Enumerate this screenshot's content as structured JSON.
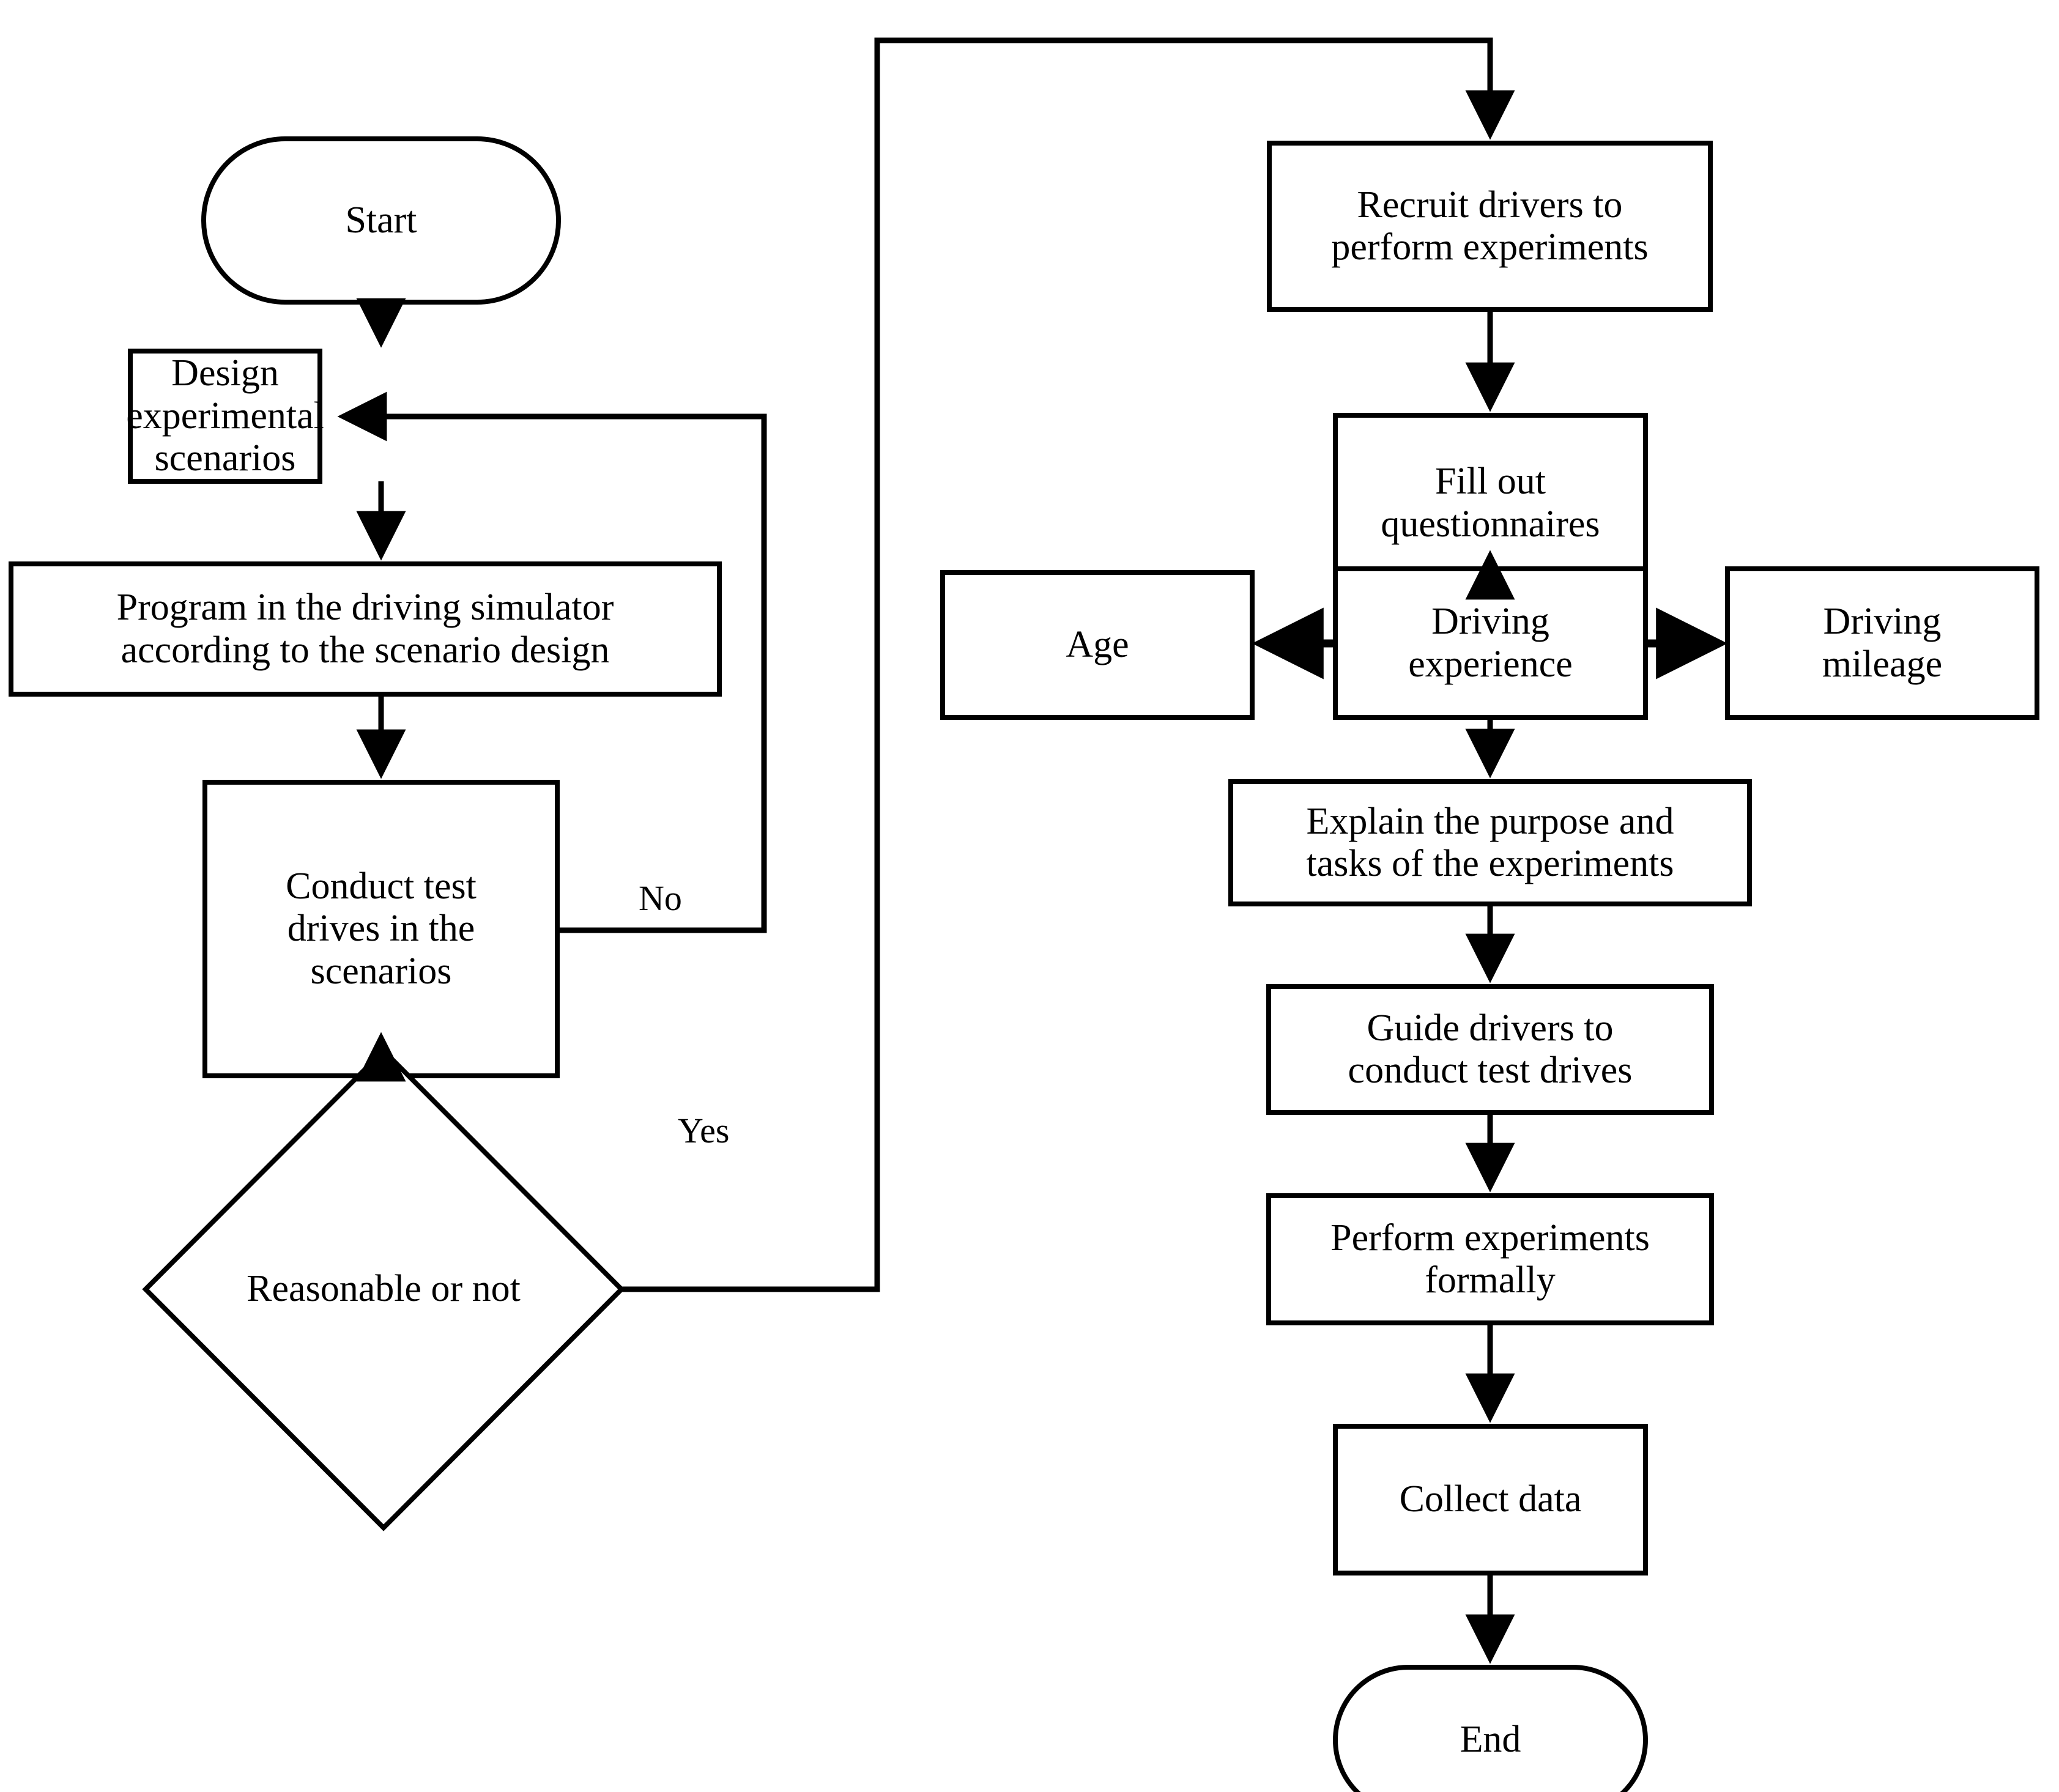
{
  "diagram": {
    "title": "Driving simulator experiment procedure flowchart",
    "type": "flowchart",
    "stroke_color": "#000000",
    "fill_color": "#ffffff",
    "background": "#ffffff"
  },
  "nodes": {
    "start": {
      "label": "Start",
      "shape": "stadium"
    },
    "design_scenarios": {
      "label": "Design experimental\nscenarios",
      "shape": "rectangle"
    },
    "program_simulator": {
      "label": "Program in the driving simulator\naccording to the scenario design",
      "shape": "rectangle"
    },
    "conduct_test_drives": {
      "label": "Conduct test\ndrives in the\nscenarios",
      "shape": "rectangle"
    },
    "reasonable_decision": {
      "label": "Reasonable or not",
      "shape": "diamond"
    },
    "recruit_drivers": {
      "label": "Recruit drivers to\nperform experiments",
      "shape": "rectangle"
    },
    "fill_questionnaires": {
      "label": "Fill out\nquestionnaires",
      "shape": "rectangle"
    },
    "driving_experience": {
      "label": "Driving\nexperience",
      "shape": "rectangle"
    },
    "age": {
      "label": "Age",
      "shape": "rectangle"
    },
    "driving_mileage": {
      "label": "Driving\nmileage",
      "shape": "rectangle"
    },
    "explain_purpose": {
      "label": "Explain the purpose and\ntasks of the experiments",
      "shape": "rectangle"
    },
    "guide_drivers": {
      "label": "Guide drivers to\nconduct test drives",
      "shape": "rectangle"
    },
    "perform_experiments": {
      "label": "Perform experiments\nformally",
      "shape": "rectangle"
    },
    "collect_data": {
      "label": "Collect data",
      "shape": "rectangle"
    },
    "end": {
      "label": "End",
      "shape": "stadium"
    }
  },
  "edge_labels": {
    "no_branch": "No",
    "yes_branch": "Yes"
  }
}
